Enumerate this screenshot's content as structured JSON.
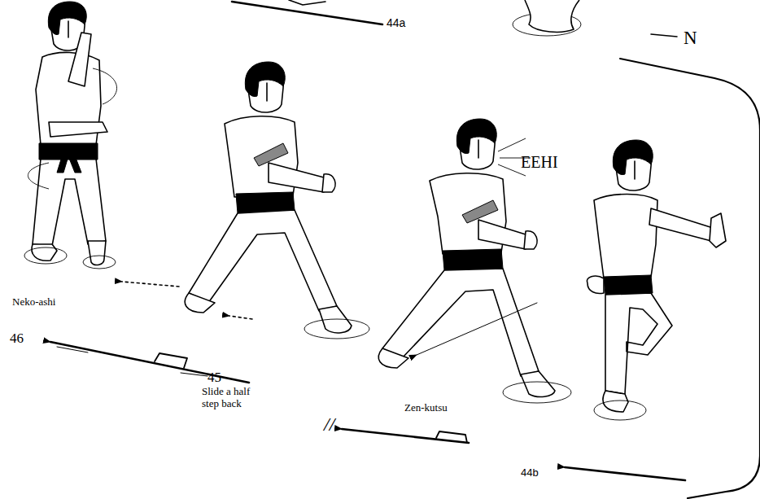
{
  "diagram": {
    "labels": [
      "44a",
      "N",
      "EEHI",
      "Neko-ashi",
      "46",
      "Slide a half step back",
      "45",
      "Zen-kutsu",
      "//",
      "44b"
    ]
  }
}
